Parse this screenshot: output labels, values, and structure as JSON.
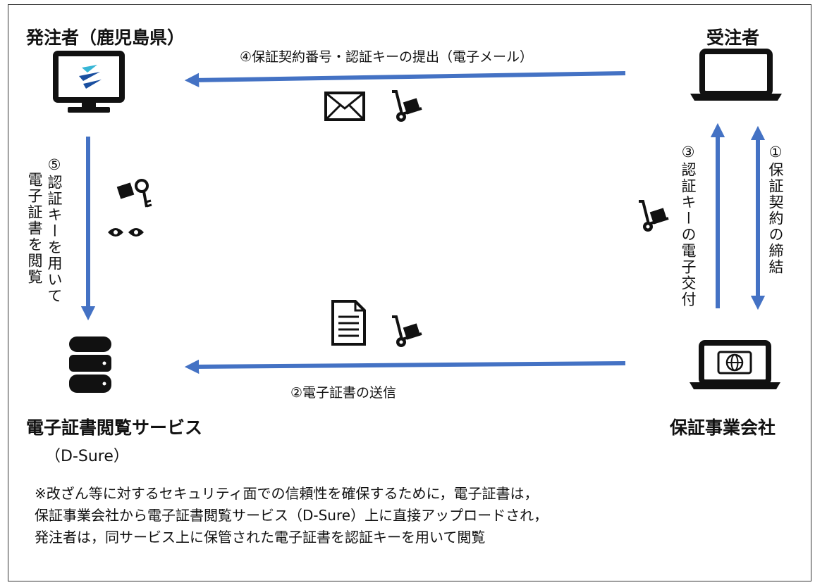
{
  "nodes": {
    "client": {
      "label": "発注者（鹿児島県）"
    },
    "contractor": {
      "label": "受注者"
    },
    "service": {
      "label": "電子証書閲覧サービス",
      "sub": "（D‑Sure）"
    },
    "guarantor": {
      "label": "保証事業会社"
    }
  },
  "flows": {
    "step1": "①保証契約の締結",
    "step2": "②電子証書の送信",
    "step3": "③認証キーの電子交付",
    "step4": "④保証契約番号・認証キーの提出（電子メール）",
    "step5_line1": "⑤認証キーを用いて",
    "step5_line2": "電子証書を閲覧"
  },
  "note": {
    "line1": "※改ざん等に対するセキュリティ面での信頼性を確保するために，電子証書は，",
    "line2": "保証事業会社から電子証書閲覧サービス（D‑Sure）上に直接アップロードされ，",
    "line3": "発注者は，同サービス上に保管された電子証書を認証キーを用いて閲覧"
  },
  "colors": {
    "arrow": "#4472C4",
    "ink": "#111111",
    "logo_blue": "#1a4fa0",
    "logo_cyan": "#37b6d6"
  },
  "icons": [
    "monitor-icon",
    "laptop-icon",
    "laptop-globe-icon",
    "database-icon",
    "envelope-icon",
    "document-icon",
    "hand-truck-icon",
    "key-icon",
    "eyes-icon"
  ]
}
